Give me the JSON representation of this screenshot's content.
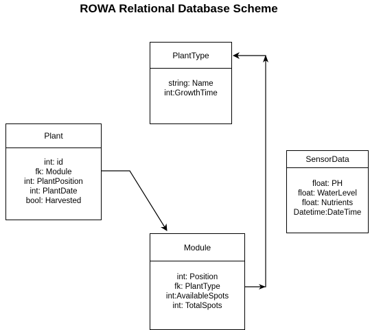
{
  "title": "ROWA Relational Database Scheme",
  "entities": {
    "plant_type": {
      "name": "PlantType",
      "fields": [
        "string: Name",
        "int:GrowthTime"
      ]
    },
    "plant": {
      "name": "Plant",
      "fields": [
        "int: id",
        "fk: Module",
        "int: PlantPosition",
        "int: PlantDate",
        "bool: Harvested"
      ]
    },
    "sensor_data": {
      "name": "SensorData",
      "fields": [
        "float: PH",
        "float: WaterLevel",
        "float: Nutrients",
        "Datetime:DateTime"
      ]
    },
    "module": {
      "name": "Module",
      "fields": [
        "int: Position",
        "fk: PlantType",
        "int:AvailableSpots",
        "int: TotalSpots"
      ]
    }
  },
  "relationships": [
    {
      "from": "plant",
      "to": "module"
    },
    {
      "from": "module",
      "to": "plant_type"
    }
  ]
}
